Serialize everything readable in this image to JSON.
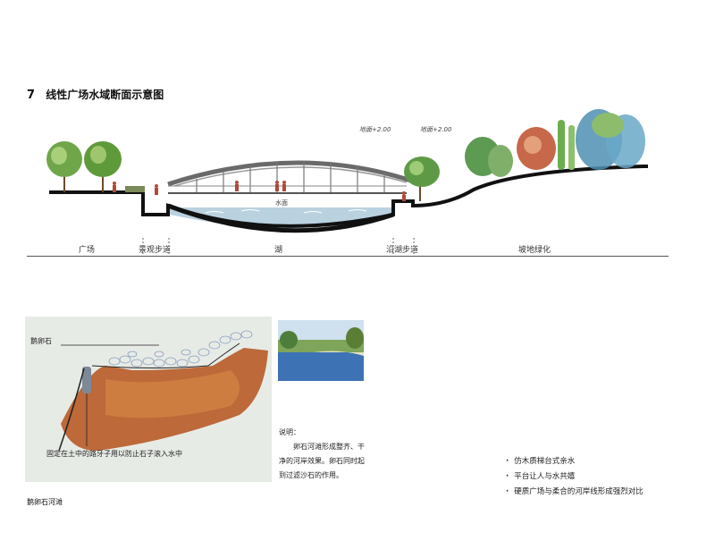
{
  "header": {
    "number": "7",
    "title": "线性广场水域断面示意图"
  },
  "section": {
    "elevation_marks": [
      "地面+2.00",
      "地面+2.00",
      "水面"
    ],
    "zones": [
      "广场",
      "景观步道",
      "湖",
      "沿湖步道",
      "坡地绿化"
    ]
  },
  "inset": {
    "top_label": "鹅卵石",
    "bottom_label": "固定在土中的路牙子用以防止石子滚入水中",
    "caption": "鹅卵石河滩"
  },
  "description": {
    "heading": "说明：",
    "body": "卵石河滩形成整齐、干净的河岸效果。卵石同时起到过滤沙石的作用。"
  },
  "bullets": [
    "仿木质梯台式亲水",
    "平台让人与水共嬉",
    "硬质广场与柔合的河岸线形成强烈对比"
  ],
  "colors": {
    "water": "#a9c6d8",
    "ground": "#111111",
    "soil": "#b5521a",
    "tree_green": "#5f9a3a"
  }
}
